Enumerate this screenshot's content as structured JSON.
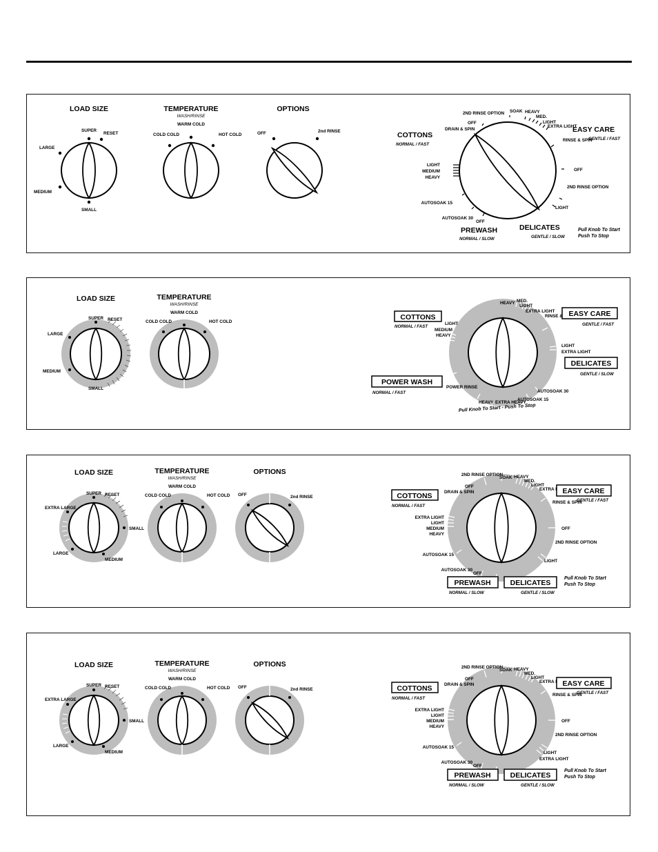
{
  "panels": [
    {
      "load_size": {
        "title": "LOAD SIZE",
        "labels": [
          "SUPER",
          "RESET",
          "LARGE",
          "MEDIUM",
          "SMALL"
        ]
      },
      "temperature": {
        "title": "TEMPERATURE",
        "subtitle": "WASH/RINSE",
        "labels": [
          "WARM COLD",
          "COLD COLD",
          "HOT COLD"
        ]
      },
      "options": {
        "title": "OPTIONS",
        "labels": [
          "OFF",
          "2nd RINSE"
        ]
      },
      "cycle": {
        "groups": [
          {
            "name": "COTTONS",
            "sub": "NORMAL / FAST"
          },
          {
            "name": "EASY CARE",
            "sub": "GENTLE / FAST"
          },
          {
            "name": "PREWASH",
            "sub": "NORMAL / SLOW"
          },
          {
            "name": "DELICATES",
            "sub": "GENTLE / SLOW"
          }
        ],
        "labels": [
          "2ND RINSE OPTION",
          "SOAK",
          "HEAVY",
          "MED.",
          "LIGHT",
          "EXTRA LIGHT",
          "DRAIN & SPIN",
          "OFF",
          "RINSE & SPIN",
          "OFF",
          "2ND RINSE OPTION",
          "LIGHT",
          "LIGHT",
          "MEDIUM",
          "HEAVY",
          "AUTOSOAK 15",
          "AUTOSOAK 30",
          "OFF"
        ],
        "note": [
          "Pull Knob To Start",
          "Push To Stop"
        ]
      }
    },
    {
      "load_size": {
        "title": "LOAD SIZE",
        "labels": [
          "SUPER",
          "RESET",
          "LARGE",
          "MEDIUM",
          "SMALL"
        ]
      },
      "temperature": {
        "title": "TEMPERATURE",
        "subtitle": "WASH/RINSE",
        "labels": [
          "WARM COLD",
          "COLD COLD",
          "HOT COLD"
        ]
      },
      "cycle": {
        "groups": [
          {
            "name": "COTTONS",
            "sub": "NORMAL / FAST"
          },
          {
            "name": "EASY CARE",
            "sub": "GENTLE / FAST"
          },
          {
            "name": "DELICATES",
            "sub": "GENTLE / SLOW"
          },
          {
            "name": "POWER WASH",
            "sub": "NORMAL / FAST"
          }
        ],
        "labels": [
          "HEAVY",
          "MED.",
          "LIGHT",
          "EXTRA LIGHT",
          "RINSE & SPIN",
          "LIGHT",
          "MEDIUM",
          "HEAVY",
          "LIGHT",
          "EXTRA LIGHT",
          "POWER RINSE",
          "HEAVY",
          "EXTRA HEAVY",
          "AUTOSOAK 15",
          "AUTOSOAK 30"
        ],
        "note": [
          "Pull Knob To Start - Push To Stop"
        ]
      }
    },
    {
      "load_size": {
        "title": "LOAD SIZE",
        "labels": [
          "SUPER",
          "RESET",
          "EXTRA LARGE",
          "SMALL",
          "LARGE",
          "MEDIUM"
        ]
      },
      "temperature": {
        "title": "TEMPERATURE",
        "subtitle": "WASH/RINSE",
        "labels": [
          "WARM COLD",
          "COLD COLD",
          "HOT COLD"
        ]
      },
      "options": {
        "title": "OPTIONS",
        "labels": [
          "OFF",
          "2nd RINSE"
        ]
      },
      "cycle": {
        "groups": [
          {
            "name": "COTTONS",
            "sub": "NORMAL / FAST"
          },
          {
            "name": "EASY CARE",
            "sub": "GENTLE / FAST"
          },
          {
            "name": "PREWASH",
            "sub": "NORMAL / SLOW"
          },
          {
            "name": "DELICATES",
            "sub": "GENTLE / SLOW"
          }
        ],
        "labels": [
          "2ND RINSE OPTION",
          "SOAK",
          "HEAVY",
          "MED.",
          "LIGHT",
          "EXTRA LIGHT",
          "DRAIN & SPIN",
          "OFF",
          "RINSE & SPIN",
          "OFF",
          "2ND RINSE OPTION",
          "LIGHT",
          "EXTRA LIGHT",
          "LIGHT",
          "MEDIUM",
          "HEAVY",
          "AUTOSOAK 15",
          "AUTOSOAK 30",
          "OFF"
        ],
        "note": [
          "Pull Knob To Start",
          "Push To Stop"
        ]
      }
    },
    {
      "load_size": {
        "title": "LOAD SIZE",
        "labels": [
          "SUPER",
          "RESET",
          "EXTRA LARGE",
          "SMALL",
          "LARGE",
          "MEDIUM"
        ]
      },
      "temperature": {
        "title": "TEMPERATURE",
        "subtitle": "WASH/RINSE",
        "labels": [
          "WARM COLD",
          "COLD COLD",
          "HOT COLD"
        ]
      },
      "options": {
        "title": "OPTIONS",
        "labels": [
          "OFF",
          "2nd RINSE"
        ]
      },
      "cycle": {
        "groups": [
          {
            "name": "COTTONS",
            "sub": "NORMAL / FAST"
          },
          {
            "name": "EASY CARE",
            "sub": "GENTLE / FAST"
          },
          {
            "name": "PREWASH",
            "sub": "NORMAL / SLOW"
          },
          {
            "name": "DELICATES",
            "sub": "GENTLE / SLOW"
          }
        ],
        "labels": [
          "2ND RINSE OPTION",
          "SOAK",
          "HEAVY",
          "MED.",
          "LIGHT",
          "EXTRA LIGHT",
          "DRAIN & SPIN",
          "OFF",
          "RINSE & SPIN",
          "OFF",
          "2ND RINSE OPTION",
          "LIGHT",
          "EXTRA LIGHT",
          "EXTRA LIGHT",
          "LIGHT",
          "MEDIUM",
          "HEAVY",
          "AUTOSOAK 15",
          "AUTOSOAK 30",
          "OFF"
        ],
        "note": [
          "Pull Knob To Start",
          "Push To Stop"
        ]
      }
    }
  ]
}
